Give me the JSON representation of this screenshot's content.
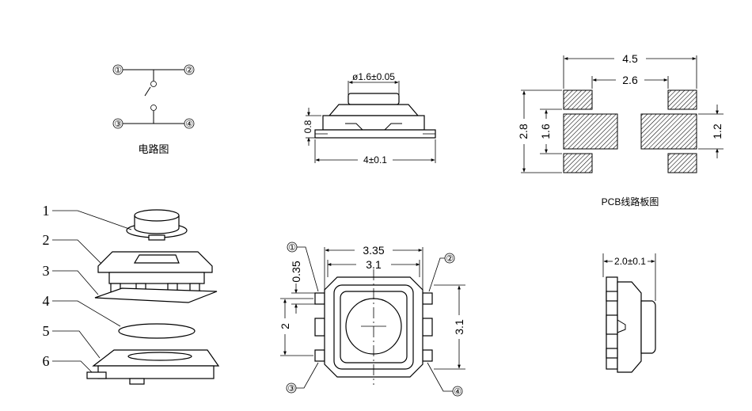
{
  "circuit": {
    "pin1": "①",
    "pin2": "②",
    "pin3": "③",
    "pin4": "④",
    "caption": "电路图"
  },
  "front_view": {
    "cap_diameter": "ø1.6±0.05",
    "height": "0.8",
    "width": "4±0.1"
  },
  "pcb": {
    "outer_width": "4.5",
    "inner_width": "2.6",
    "total_height": "2.8",
    "pad_height_left": "1.6",
    "pad_height_right": "1.2",
    "caption": "PCB线路板图"
  },
  "exploded": {
    "part_numbers": [
      "1",
      "2",
      "3",
      "4",
      "5",
      "6"
    ]
  },
  "top_view": {
    "outer_width": "3.35",
    "inner_width": "3.1",
    "pin_width": "0.35",
    "pin_pitch": "2",
    "body_height": "3.1",
    "pin1": "①",
    "pin2": "②",
    "pin3": "③",
    "pin4": "④"
  },
  "side_view": {
    "depth": "2.0±0.1"
  }
}
